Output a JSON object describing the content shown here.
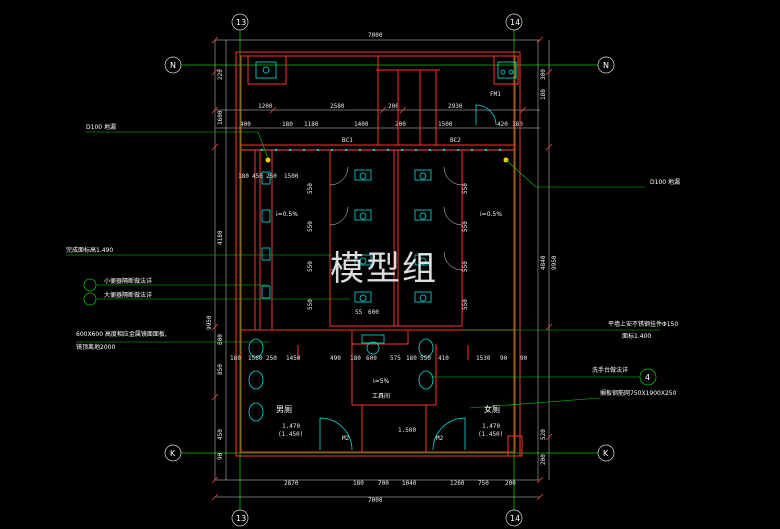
{
  "axes": {
    "col_left": "13",
    "col_right": "14",
    "row_top": "N",
    "row_bottom": "K",
    "row_side": "4"
  },
  "dims_top": {
    "overall": "7000",
    "seg": [
      "1200",
      "2580",
      "200",
      "2930"
    ],
    "sub": [
      "400",
      "180",
      "1180",
      "1400",
      "200",
      "1500",
      "420",
      "180"
    ]
  },
  "dims_bottom": {
    "overall": "7000",
    "seg": [
      "2870",
      "180",
      "700",
      "1040",
      "1260",
      "750",
      "200"
    ]
  },
  "dims_left": [
    "220",
    "1600",
    "4180",
    "9950",
    "800",
    "850",
    "450",
    "90"
  ],
  "dims_right": [
    "300",
    "180",
    "4840",
    "9950",
    "520",
    "200"
  ],
  "inner_dims": {
    "top_row": [
      "180",
      "450",
      "250",
      "1500"
    ],
    "stall_nums": [
      "550",
      "550",
      "550",
      "550",
      "550",
      "550",
      "550",
      "550"
    ],
    "mid_row": [
      "180",
      "1560",
      "250",
      "1450",
      "490",
      "180",
      "600",
      "575",
      "180",
      "550",
      "410",
      "1530",
      "90",
      "90"
    ],
    "small": [
      "55",
      "600"
    ]
  },
  "labels": {
    "bc1": "BC1",
    "bc2": "BC2",
    "fm1": "FM1",
    "d100_left": "D100 地漏",
    "d100_right": "D100 地漏",
    "slope_l": "i=0.5%",
    "slope_r": "i=0.5%",
    "slope_c": "i=5%",
    "level_note": "完成面标高1.490",
    "note_a": "小便器隔断做法详",
    "note_b": "大便器隔断做法详",
    "note_c": "600X600 高度相应金属镜面面板,",
    "note_d": "镜顶离地2000",
    "right_a": "平墙上安不锈钢挂件Φ150",
    "right_b": "面标1.400",
    "right_c": "洗手台做法详",
    "right_d": "搁板钢筋网750X1900X250",
    "men": "男厕",
    "women": "女厕",
    "janitor": "工具间",
    "lvl_men_a": "1.470",
    "lvl_men_b": "(1.450)",
    "lvl_women_a": "1.470",
    "lvl_women_b": "(1.450)",
    "lvl_mid": "1.500",
    "m2a": "M2",
    "m2b": "M2"
  },
  "watermark": "模型组",
  "colors": {
    "wall": "#ff3030",
    "grid": "#00d000",
    "fixture": "#00ffff",
    "dim": "#e8e8e8",
    "note": "#ffff60"
  }
}
